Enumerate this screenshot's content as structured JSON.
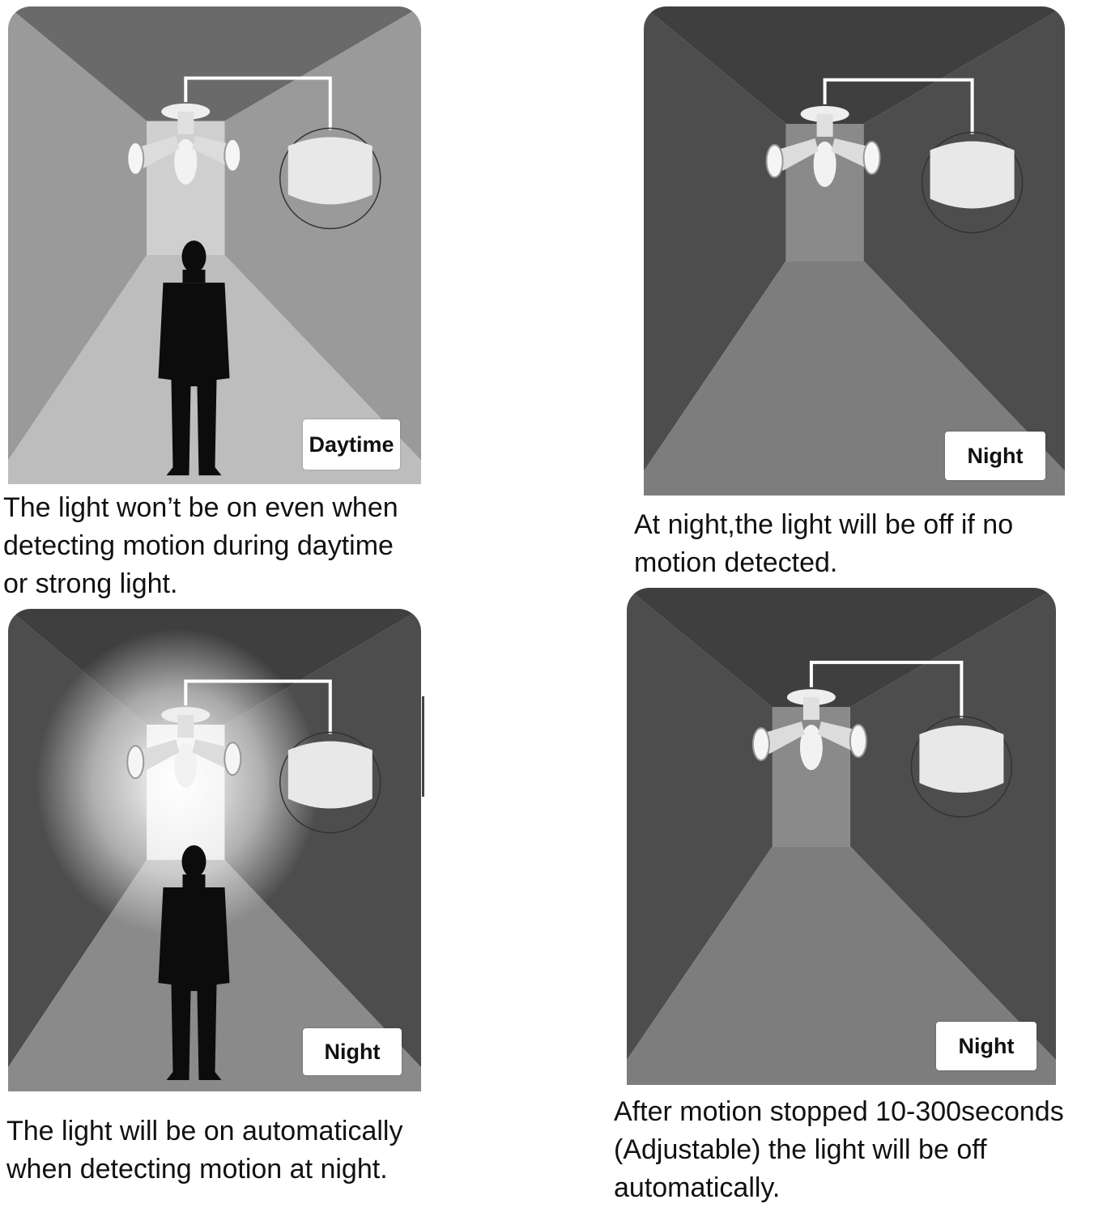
{
  "panels": [
    {
      "label": "Daytime",
      "caption": "The light won’t be on even when\ndetecting motion during daytime\nor strong light.",
      "mode": "daytime",
      "person_visible": true,
      "light_on": false,
      "colors": {
        "ceiling": "#6a6a6a",
        "wall": "#9a9a9a",
        "floor": "#bdbdbd",
        "back": "#cfcfcf"
      }
    },
    {
      "label": "Night",
      "caption": "At night,the light will be off if no\nmotion detected.",
      "mode": "night",
      "person_visible": false,
      "light_on": false,
      "colors": {
        "ceiling": "#3f3f3f",
        "wall": "#4d4d4d",
        "floor": "#7d7d7d",
        "back": "#8a8a8a"
      }
    },
    {
      "label": "Night",
      "caption": "The light will be on automatically\nwhen detecting motion at night.",
      "mode": "night",
      "person_visible": true,
      "light_on": true,
      "colors": {
        "ceiling": "#3f3f3f",
        "wall": "#4d4d4d",
        "floor": "#8a8a8a",
        "back": "#d8d8d8"
      }
    },
    {
      "label": "Night",
      "caption": "After motion stopped 10-300seconds\n(Adjustable) the light will be off\nautomatically.",
      "mode": "night",
      "person_visible": false,
      "light_on": false,
      "colors": {
        "ceiling": "#3f3f3f",
        "wall": "#4d4d4d",
        "floor": "#7d7d7d",
        "back": "#8a8a8a"
      }
    }
  ]
}
